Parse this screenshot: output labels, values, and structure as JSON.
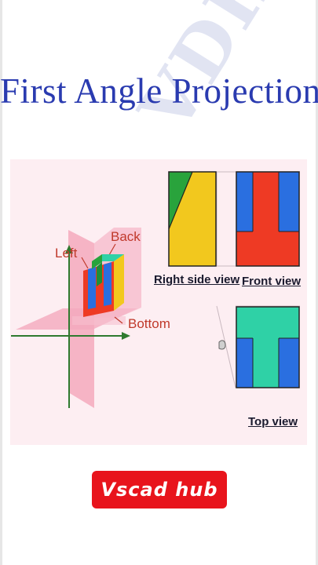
{
  "watermark_text": "VDHU",
  "title": "First Angle Projection",
  "labels": {
    "left": "Left",
    "back": "Back",
    "bottom": "Bottom",
    "right_side_view": "Right side view",
    "front_view": "Front view",
    "top_view": "Top view"
  },
  "brand": "Vscad hub",
  "colors": {
    "title": "#2a3bb0",
    "red": "#ee3a24",
    "blue": "#2a6fe0",
    "yellow": "#f2c81e",
    "green": "#29a33c",
    "teal": "#2fd1a6",
    "plane": "#f4a9bd",
    "axis": "#2f7a2f",
    "brand_bg": "#e8141c"
  }
}
